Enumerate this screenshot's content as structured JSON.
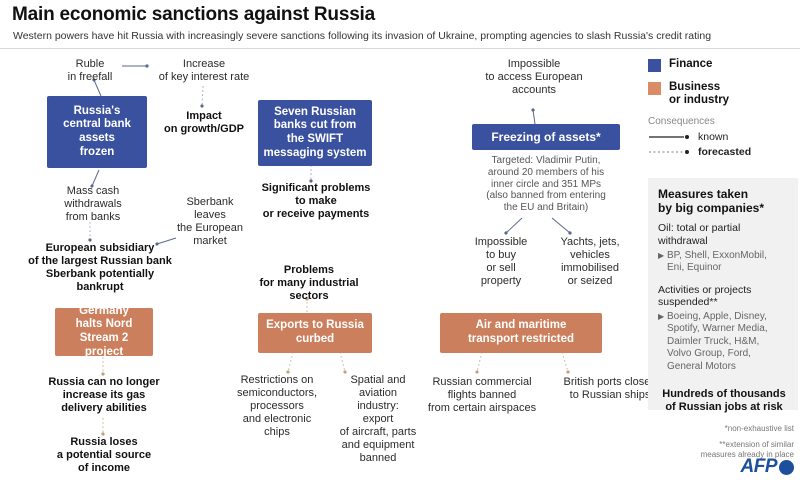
{
  "header": {
    "title": "Main economic sanctions against Russia",
    "subtitle": "Western powers have hit Russia with increasingly severe sanctions following its invasion of Ukraine, prompting agencies to slash Russia's credit rating"
  },
  "colors": {
    "finance": "#3a51a0",
    "industry": "#cc7f5c",
    "panel_bg": "#f1f1f1",
    "afp_blue": "#1c4f9c"
  },
  "legend": {
    "categories": [
      {
        "label": "Finance",
        "color": "#3a51a0"
      },
      {
        "label": "Business\nor industry",
        "color": "#d98c66"
      }
    ],
    "category_finance": "Finance",
    "category_industry_line1": "Business",
    "category_industry_line2": "or industry",
    "consequences_title": "Consequences",
    "known": "known",
    "forecasted": "forecasted"
  },
  "nodes": {
    "ruble": "Ruble\nin freefall",
    "interest": "Increase\nof key interest rate",
    "impact": "Impact\non growth/GDP",
    "central_bank": "Russia's\ncentral bank\nassets\nfrozen",
    "mass_cash": "Mass cash\nwithdrawals\nfrom banks",
    "sberbank_leaves": "Sberbank\nleaves\nthe European\nmarket",
    "european_subsidiary": "European subsidiary\nof the largest Russian bank\nSberbank potentially\nbankrupt",
    "germany_nord": "Germany\nhalts Nord\nStream 2 project",
    "gas_delivery": "Russia can no longer\nincrease its gas\ndelivery abilities",
    "gas_income": "Russia loses\na potential source\nof income",
    "swift": "Seven Russian\nbanks cut from\nthe SWIFT\nmessaging system",
    "payments": "Significant problems\nto make\nor receive payments",
    "industrial_sectors": "Problems\nfor many industrial\nsectors",
    "exports_curbed": "Exports to Russia\ncurbed",
    "semiconductors": "Restrictions on\nsemiconductors,\nprocessors\nand electronic\nchips",
    "aviation": "Spatial and\naviation\nindustry:\nexport\nof aircraft, parts\nand equipment\nbanned",
    "european_accounts": "Impossible\nto access European\naccounts",
    "freezing_assets": "Freezing of assets*",
    "targeted": "Targeted: Vladimir Putin,\naround 20 members of his\ninner circle and 351 MPs\n(also banned from entering\nthe EU and Britain)",
    "property": "Impossible\nto buy\nor sell\nproperty",
    "yachts": "Yachts, jets,\nvehicles\nimmobilised\nor seized",
    "air_maritime": "Air and maritime\ntransport restricted",
    "flights": "Russian commercial\nflights banned\nfrom certain airspaces",
    "ports": "British ports closed\nto Russian ships"
  },
  "panel": {
    "title": "Measures taken\nby big companies*",
    "section1_heading": "Oil: total or partial\nwithdrawal",
    "section1_items": "BP, Shell, ExxonMobil,\nEni, Equinor",
    "section2_heading": "Activities or projects\nsuspended**",
    "section2_items": "Boeing, Apple, Disney,\nSpotify, Warner Media,\nDaimler Truck, H&M,\nVolvo Group, Ford,\nGeneral Motors",
    "final": "Hundreds of thousands\nof Russian jobs at risk"
  },
  "footnotes": {
    "one": "*non-exhaustive list",
    "two": "**extension of similar\nmeasures already in place"
  },
  "branding": {
    "logo": "AFP"
  }
}
